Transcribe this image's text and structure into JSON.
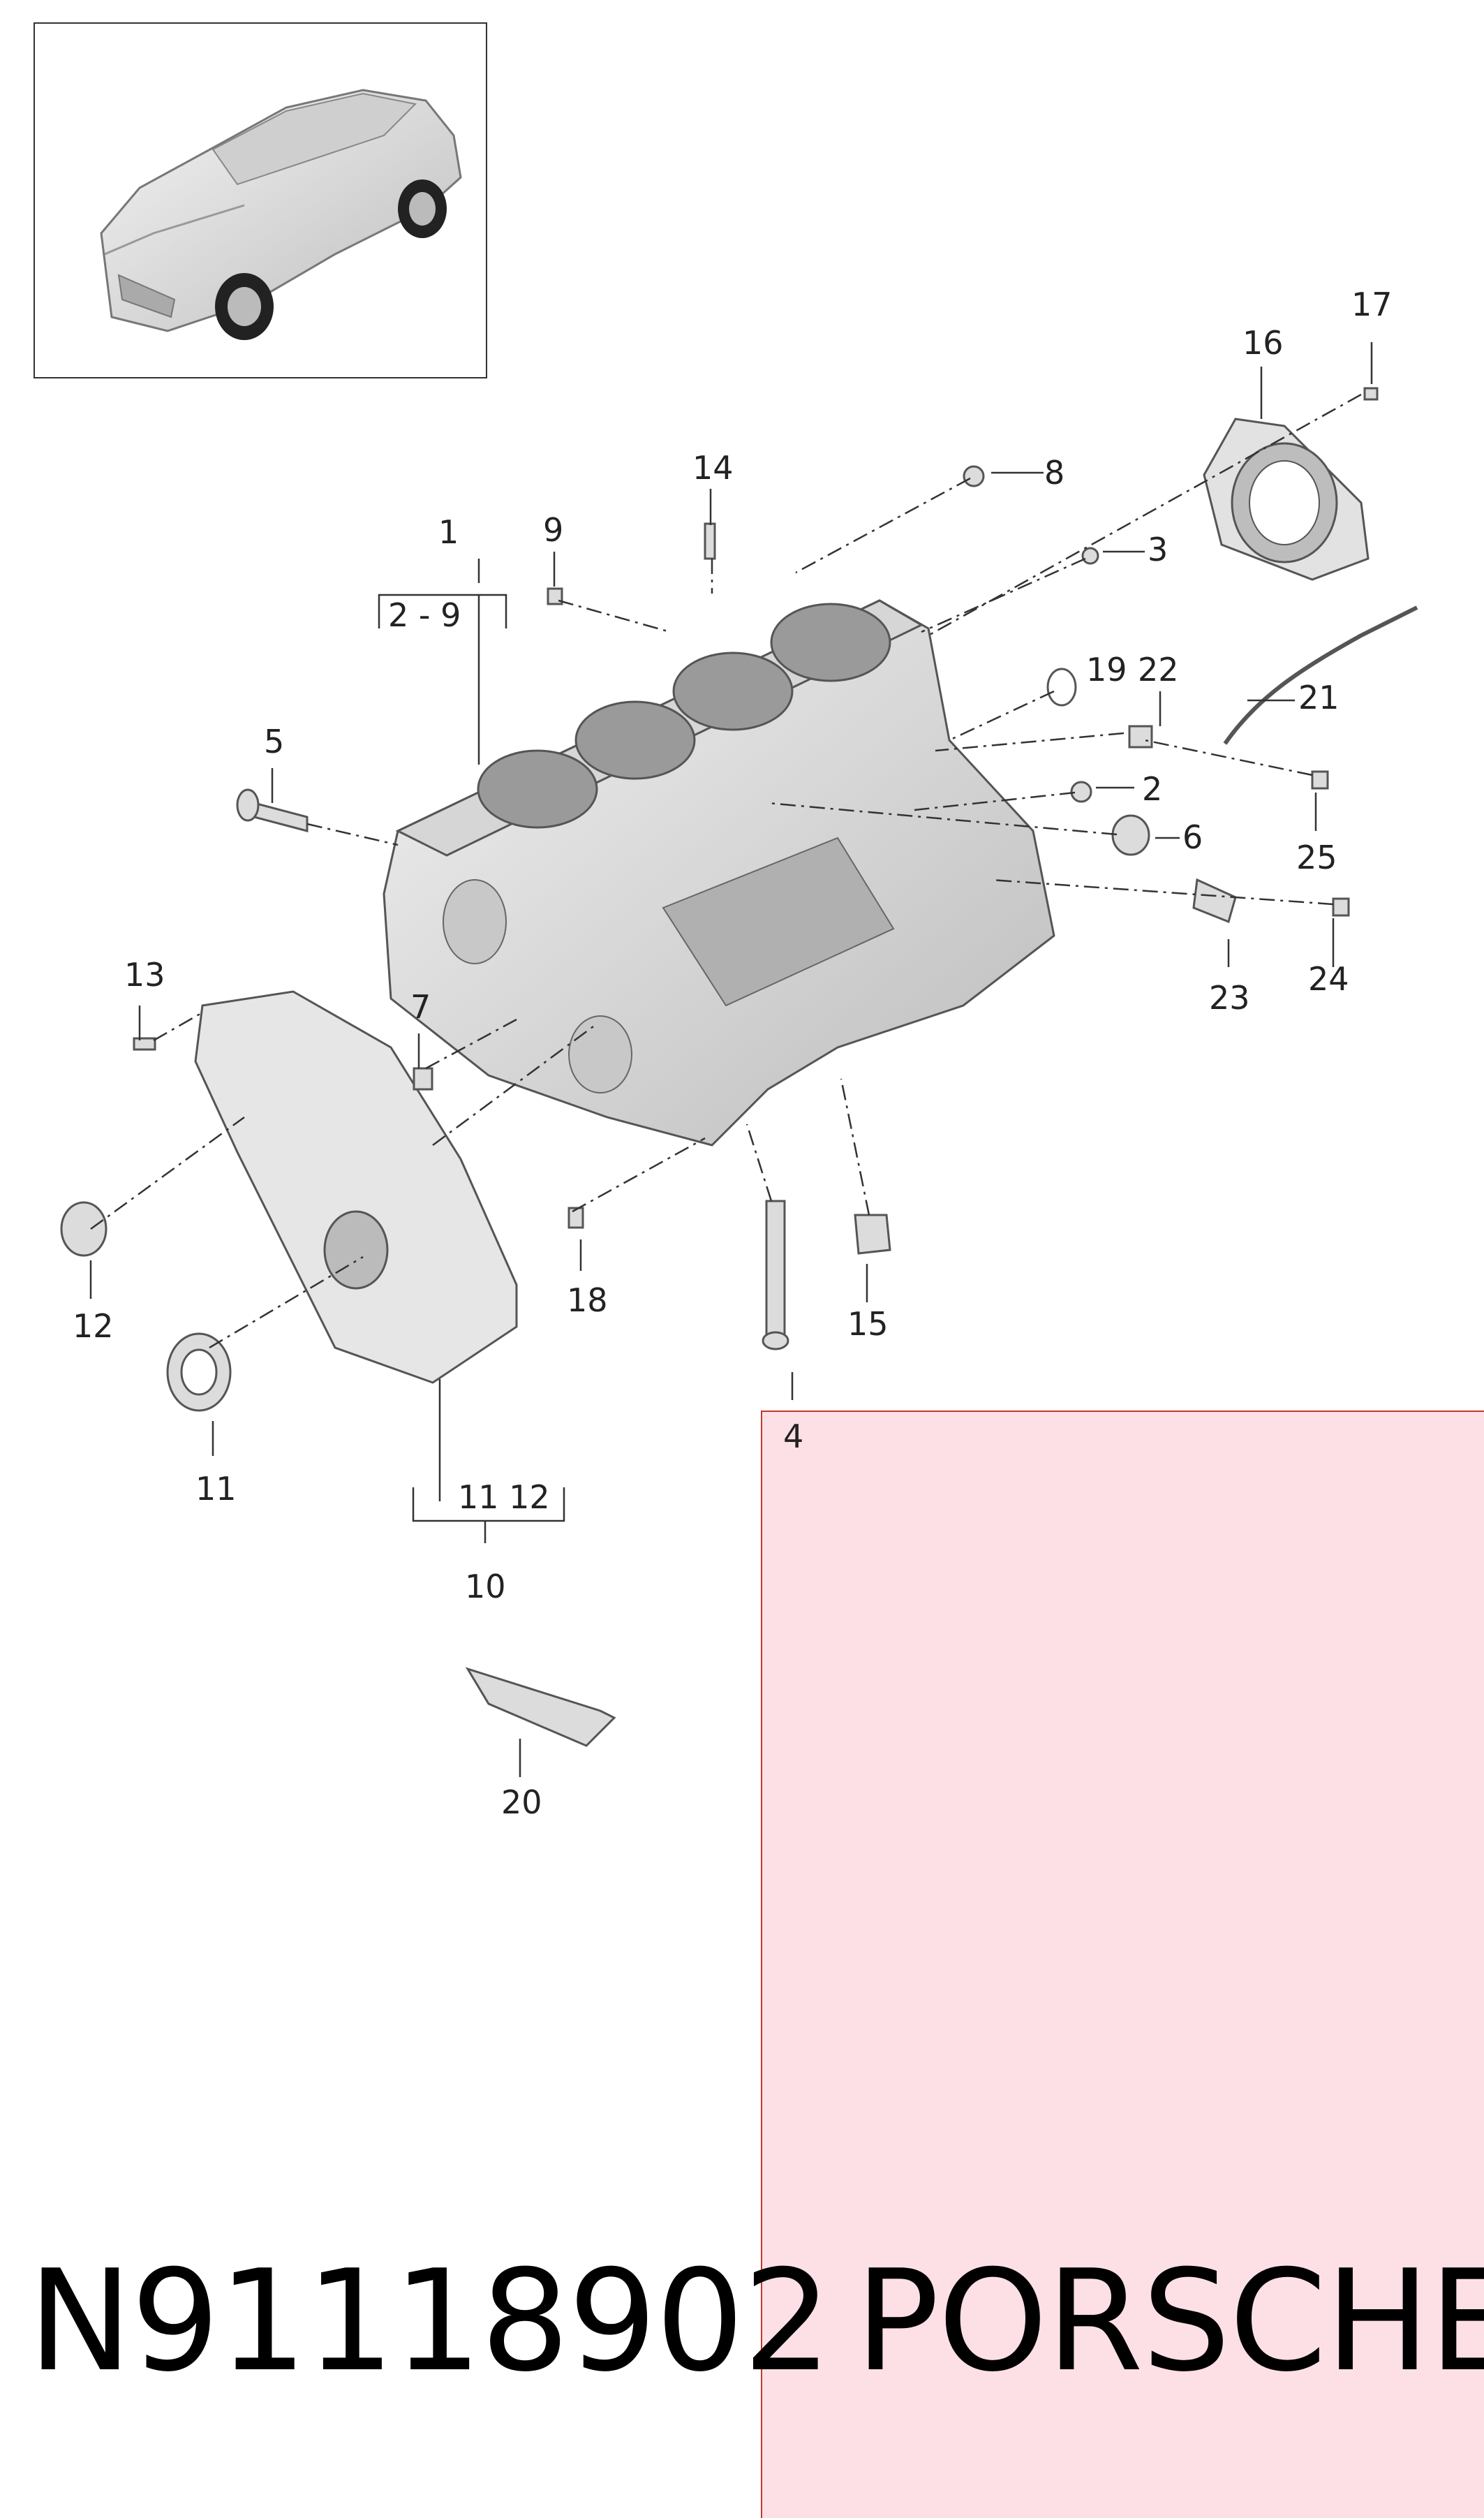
{
  "part_number": "N91118902",
  "brand": "PORSCHE",
  "callouts": {
    "c1": "1",
    "c2_9": "2 - 9",
    "c2": "2",
    "c3": "3",
    "c4": "4",
    "c5": "5",
    "c6": "6",
    "c7": "7",
    "c8": "8",
    "c9": "9",
    "c10": "10",
    "c11": "11",
    "c11_12": "11  12",
    "c11b": "11",
    "c12": "12",
    "c12b": "12",
    "c13": "13",
    "c14": "14",
    "c15": "15",
    "c16": "16",
    "c17": "17",
    "c18": "18",
    "c19": "19",
    "c20": "20",
    "c21": "21",
    "c22": "22",
    "c23": "23",
    "c24": "24",
    "c25": "25"
  },
  "colors": {
    "line": "#333333",
    "part_fill": "#e3e3e3",
    "part_stroke": "#555555",
    "panel": "#fde0e6"
  }
}
